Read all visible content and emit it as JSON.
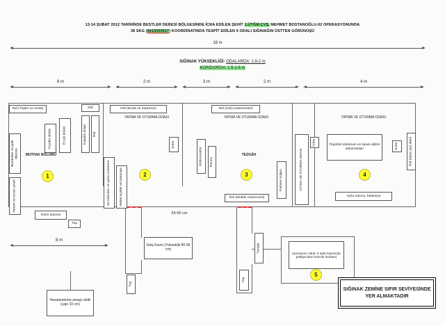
{
  "header": {
    "line1_a": "13-14 ŞUBAT 2012 TARİHİNDE BESTLER DERESİ BÖLGESİNDE İCRA EDİLEN ŞEHİT ",
    "line1_hl": "J.ÜTĞM.ÇVŞ.",
    "line1_b": " MEHMET BOSTANOĞLU-02 OPERASYONUNDA",
    "line2_a": "38 SKG (",
    "line2_coord": "8415000637",
    "line2_b": ") KOORDİNATINDA TESPİT EDİLEN 5 ODALI SIĞINAĞIN ÜSTTEN GÖRÜNÜŞÜ"
  },
  "height_note": {
    "label": "SIĞINAK YÜKSEKLİĞİ:",
    "rooms": "ODALARDA: 1.8-2 m",
    "corridor": "KORİDORDA: 1.5-1.6 m"
  },
  "dimensions": {
    "total": "16 m",
    "segments": [
      "8 m",
      "2 m",
      "3 m",
      "2 m",
      "4 m"
    ],
    "bottom_left": "8 m",
    "gap": "55-60 cm"
  },
  "rooms": {
    "r1": "1",
    "r2": "2",
    "r3": "3",
    "r4": "4",
    "r5": "5"
  },
  "labels": {
    "raf_tupler": "Raf (Tüpler ve erzak)",
    "buzdolabi": "Buzdolabı ve gıda deposu",
    "yemek_cuvali": "Yemek ve erzak çuvalı",
    "kiyafet_dolabi": "Kıyafet dolabı",
    "erzak_dolabi": "Erzak dolabı",
    "mutfak": "MUTFAK BÖLÜMÜ",
    "odun": "Odun deposu",
    "tup1": "Tüp",
    "kapakli": "Kapaklı dolap",
    "raf_small1": "Raf",
    "raf_small2": "Raf",
    "raf_erzak": "Raf (Erzak ve malzeme)",
    "yatma1": "YATMA VE OTURMA ODASI",
    "su_bidon": "Su bidonları ve şahsi malzeme",
    "yedek_kiyafet": "Yedek kıyafet ve battaniye",
    "soba1": "Soba",
    "raf_giris": "Raf (Giriş malzemeleri)",
    "yatma2": "YATMA VE OTURMA ODASI",
    "muhimmat2": "Mühimmatlık",
    "ranza": "Ranza",
    "tezgah": "TEZGÂH",
    "raf_mutfak": "Raf (Mutfak malzemesi)",
    "patates": "Patates-Soğan",
    "yatma_dikey": "YATMA VE OTURMA ODASI",
    "soba2": "Soba",
    "yatma3": "YATMA VE OTURMA ODASI",
    "dokuman": "Örgütsel doküman ve siyasi eğitim dokümanları",
    "soba3": "Soba",
    "uyku": "Uyku tulumu, battaniye",
    "raf_telsiz": "Raf (telsiz şarj aleti)",
    "giris": "Giriş Kısmı (Yükseklik 80-90 cm)",
    "tup2": "Tüp",
    "tup3": "Tüp",
    "tuvalet": "Tuvalet",
    "patlayici": "(amonyum nitrat, 5 adet sayısında patlayıcıdan hazırlık kutuları)",
    "havalandirma": "Havalandırma amaçlı delik (çapı 10 cm)"
  },
  "footer_note": "SIĞINAK ZEMİNE SIFIR SEVİYESİNDE YER ALMAKTADIR"
}
